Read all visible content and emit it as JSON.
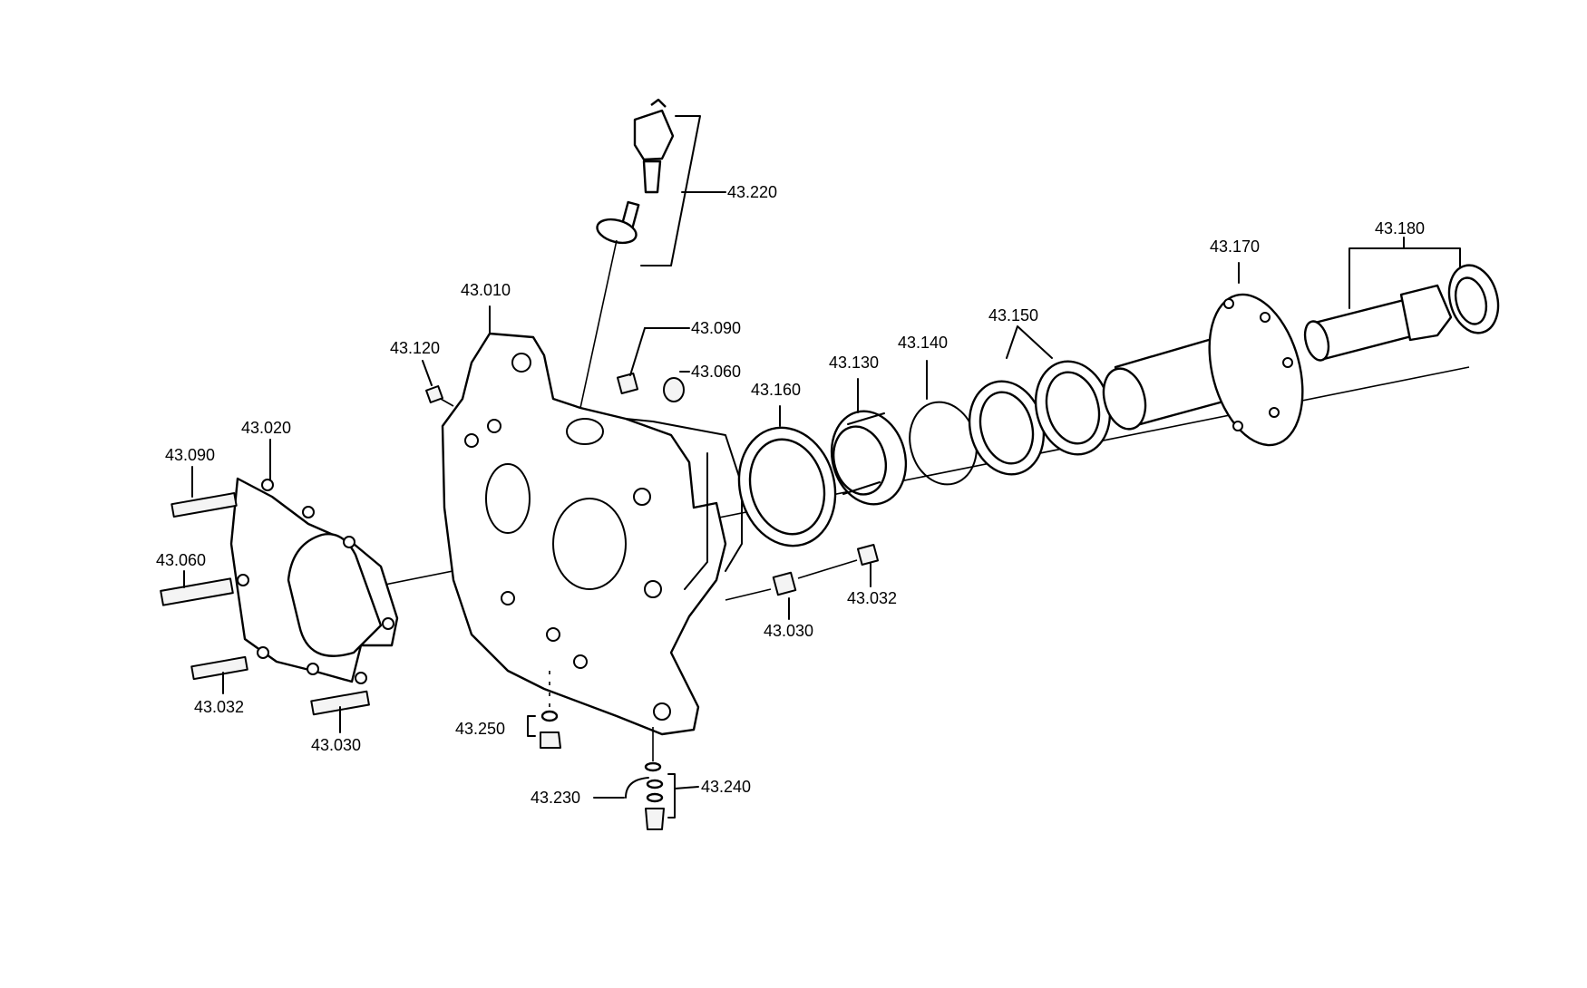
{
  "labels": {
    "l43220": "43.220",
    "l43010": "43.010",
    "l43090a": "43.090",
    "l43060a": "43.060",
    "l43120": "43.120",
    "l43020": "43.020",
    "l43090b": "43.090",
    "l43060b": "43.060",
    "l43032a": "43.032",
    "l43030a": "43.030",
    "l43250": "43.250",
    "l43230": "43.230",
    "l43240": "43.240",
    "l43030b": "43.030",
    "l43032b": "43.032",
    "l43160": "43.160",
    "l43130": "43.130",
    "l43140": "43.140",
    "l43150": "43.150",
    "l43170": "43.170",
    "l43180": "43.180"
  }
}
